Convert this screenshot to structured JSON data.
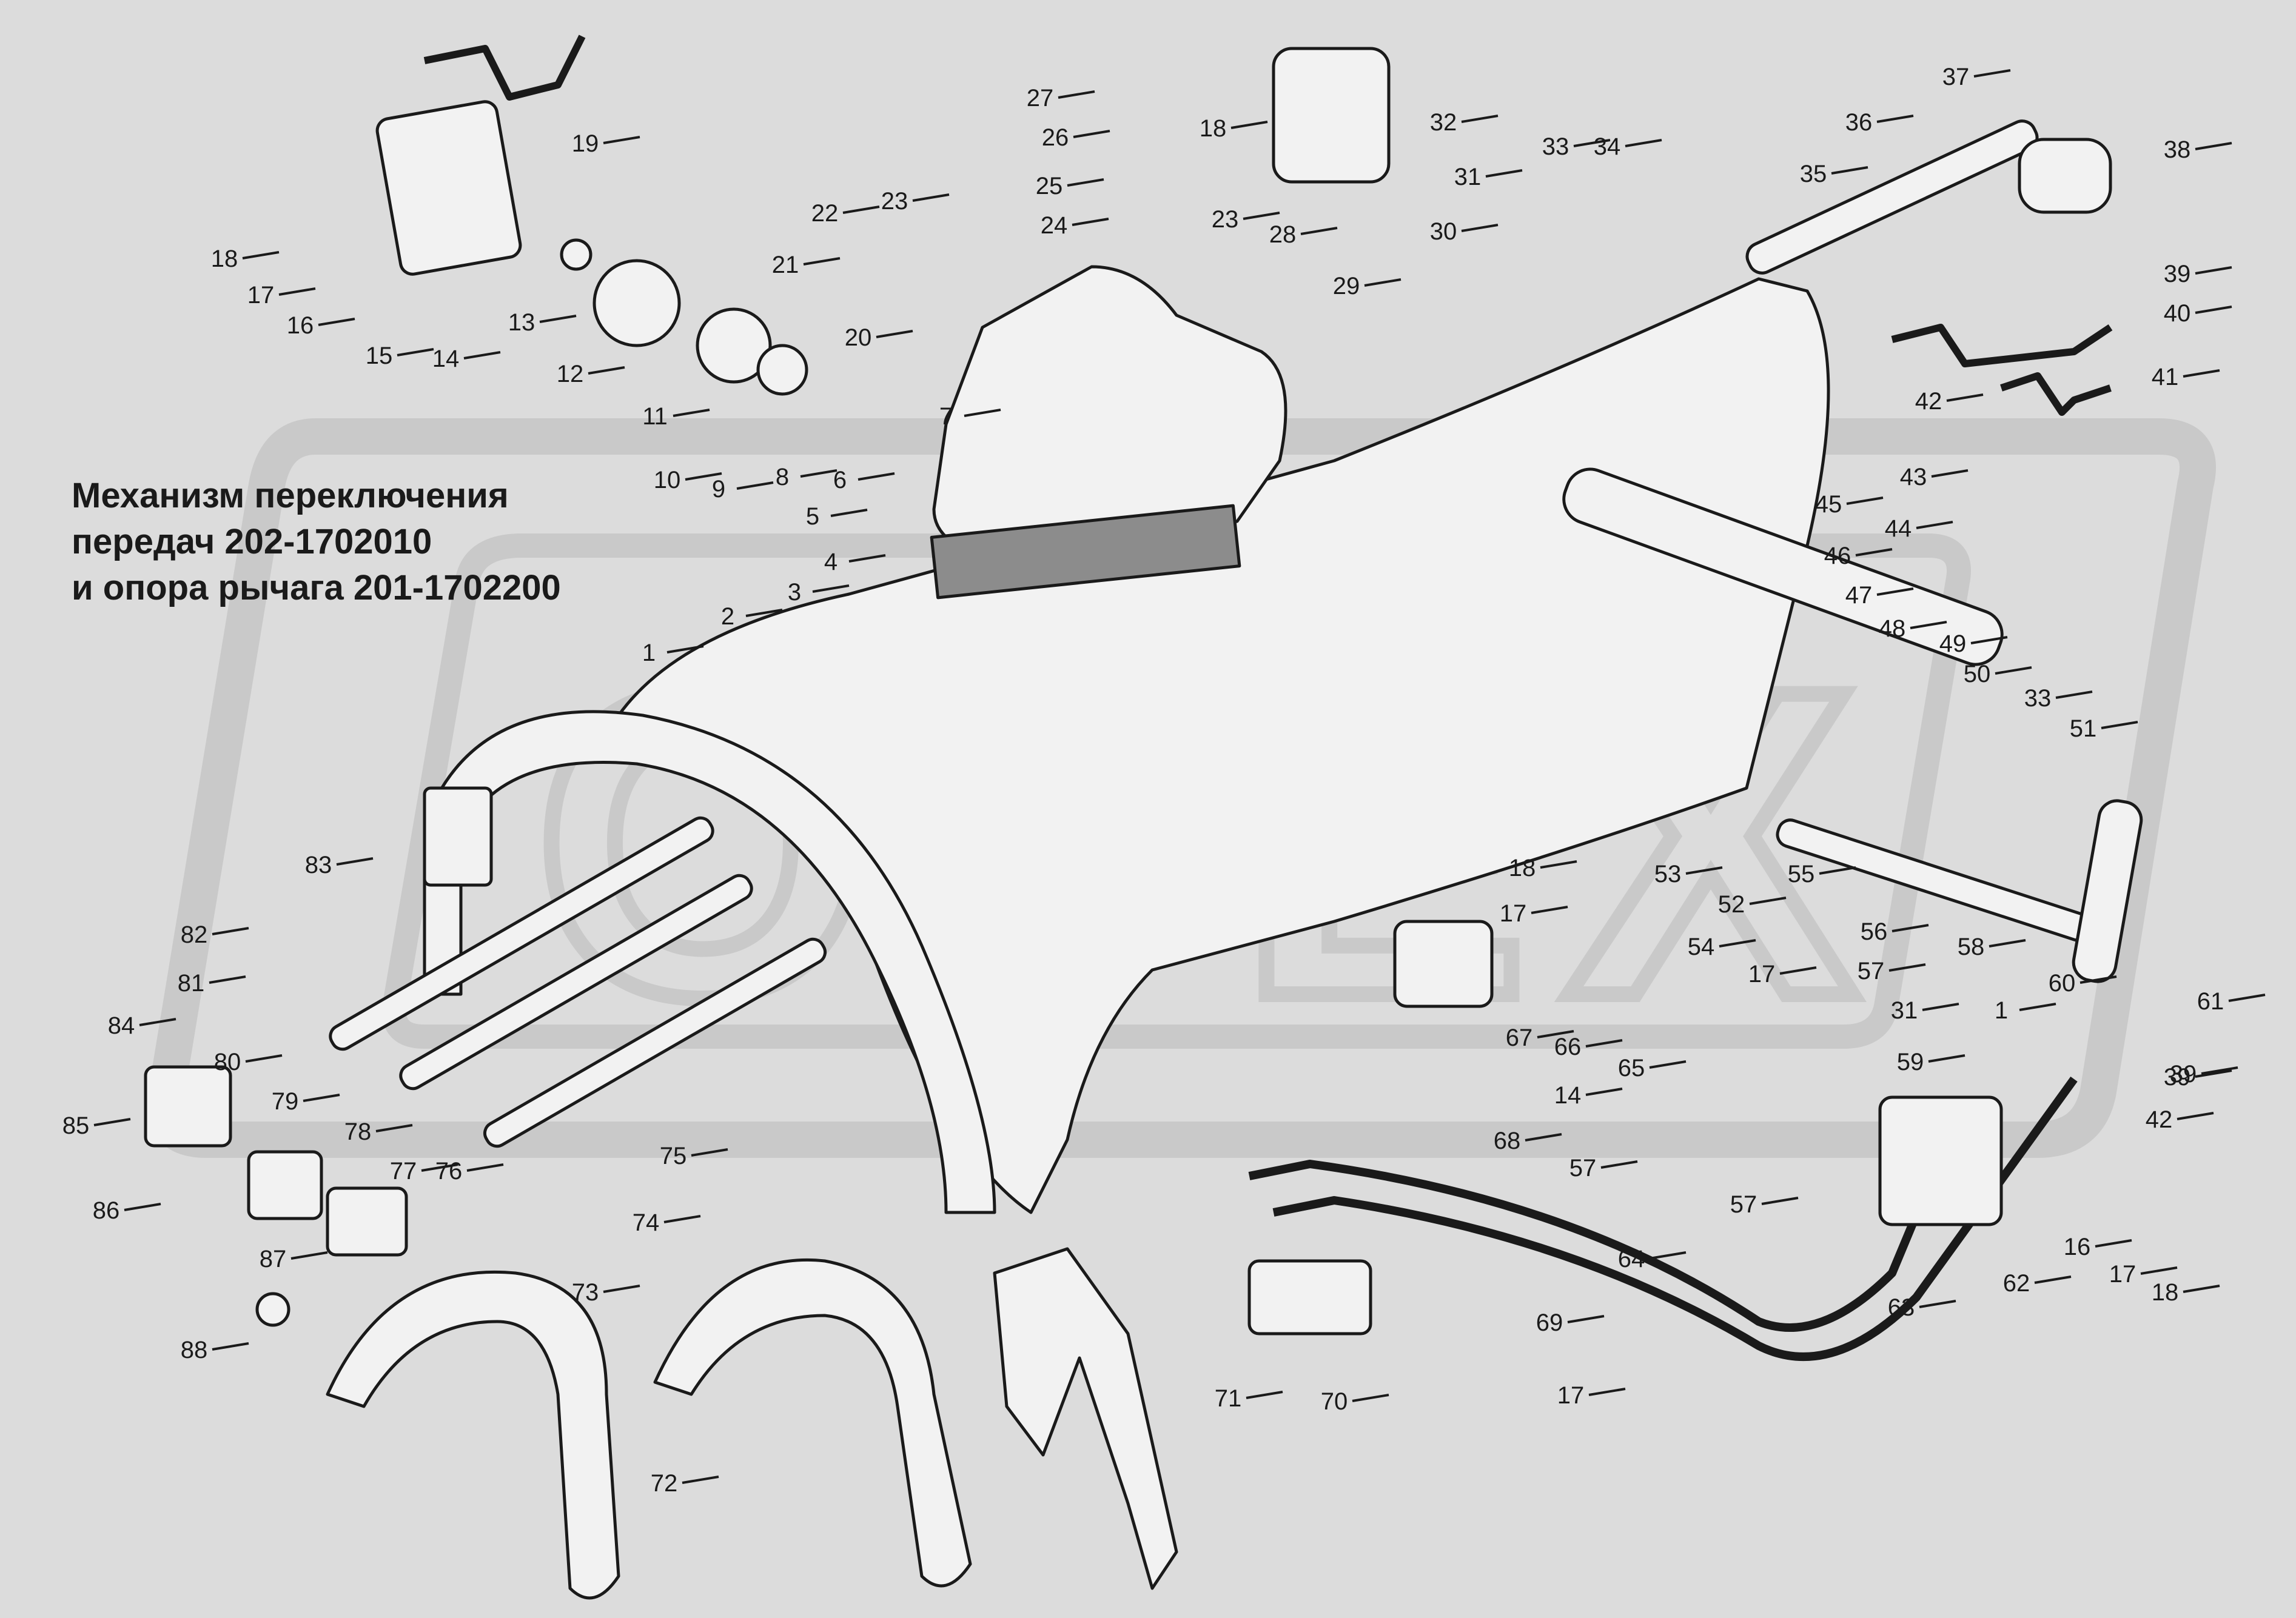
{
  "title_lines": [
    "Механизм переключения",
    "передач 202-1702010",
    "и опора рычага 201-1702200"
  ],
  "watermark": "ОРЕХ",
  "colors": {
    "background": "#dcdcdc",
    "ink": "#1a1a1a",
    "watermark": "#c9c9c9"
  },
  "callouts": [
    "1",
    "2",
    "3",
    "4",
    "5",
    "6",
    "7",
    "8",
    "9",
    "10",
    "11",
    "12",
    "13",
    "14",
    "15",
    "16",
    "17",
    "18",
    "19",
    "20",
    "21",
    "22",
    "23",
    "24",
    "25",
    "26",
    "27",
    "28",
    "29",
    "30",
    "31",
    "32",
    "33",
    "34",
    "35",
    "36",
    "37",
    "38",
    "39",
    "40",
    "41",
    "42",
    "43",
    "44",
    "45",
    "46",
    "47",
    "48",
    "49",
    "50",
    "51",
    "52",
    "53",
    "54",
    "55",
    "56",
    "57",
    "58",
    "59",
    "60",
    "61",
    "62",
    "63",
    "64",
    "65",
    "66",
    "67",
    "68",
    "69",
    "70",
    "71",
    "72",
    "73",
    "74",
    "75",
    "76",
    "77",
    "78",
    "79",
    "80",
    "81",
    "82",
    "83",
    "84",
    "85",
    "86",
    "87",
    "88",
    "14",
    "16",
    "17",
    "18",
    "23",
    "31",
    "33",
    "39",
    "42",
    "57",
    "1",
    "57",
    "17",
    "17",
    "17",
    "18",
    "18",
    "39"
  ]
}
